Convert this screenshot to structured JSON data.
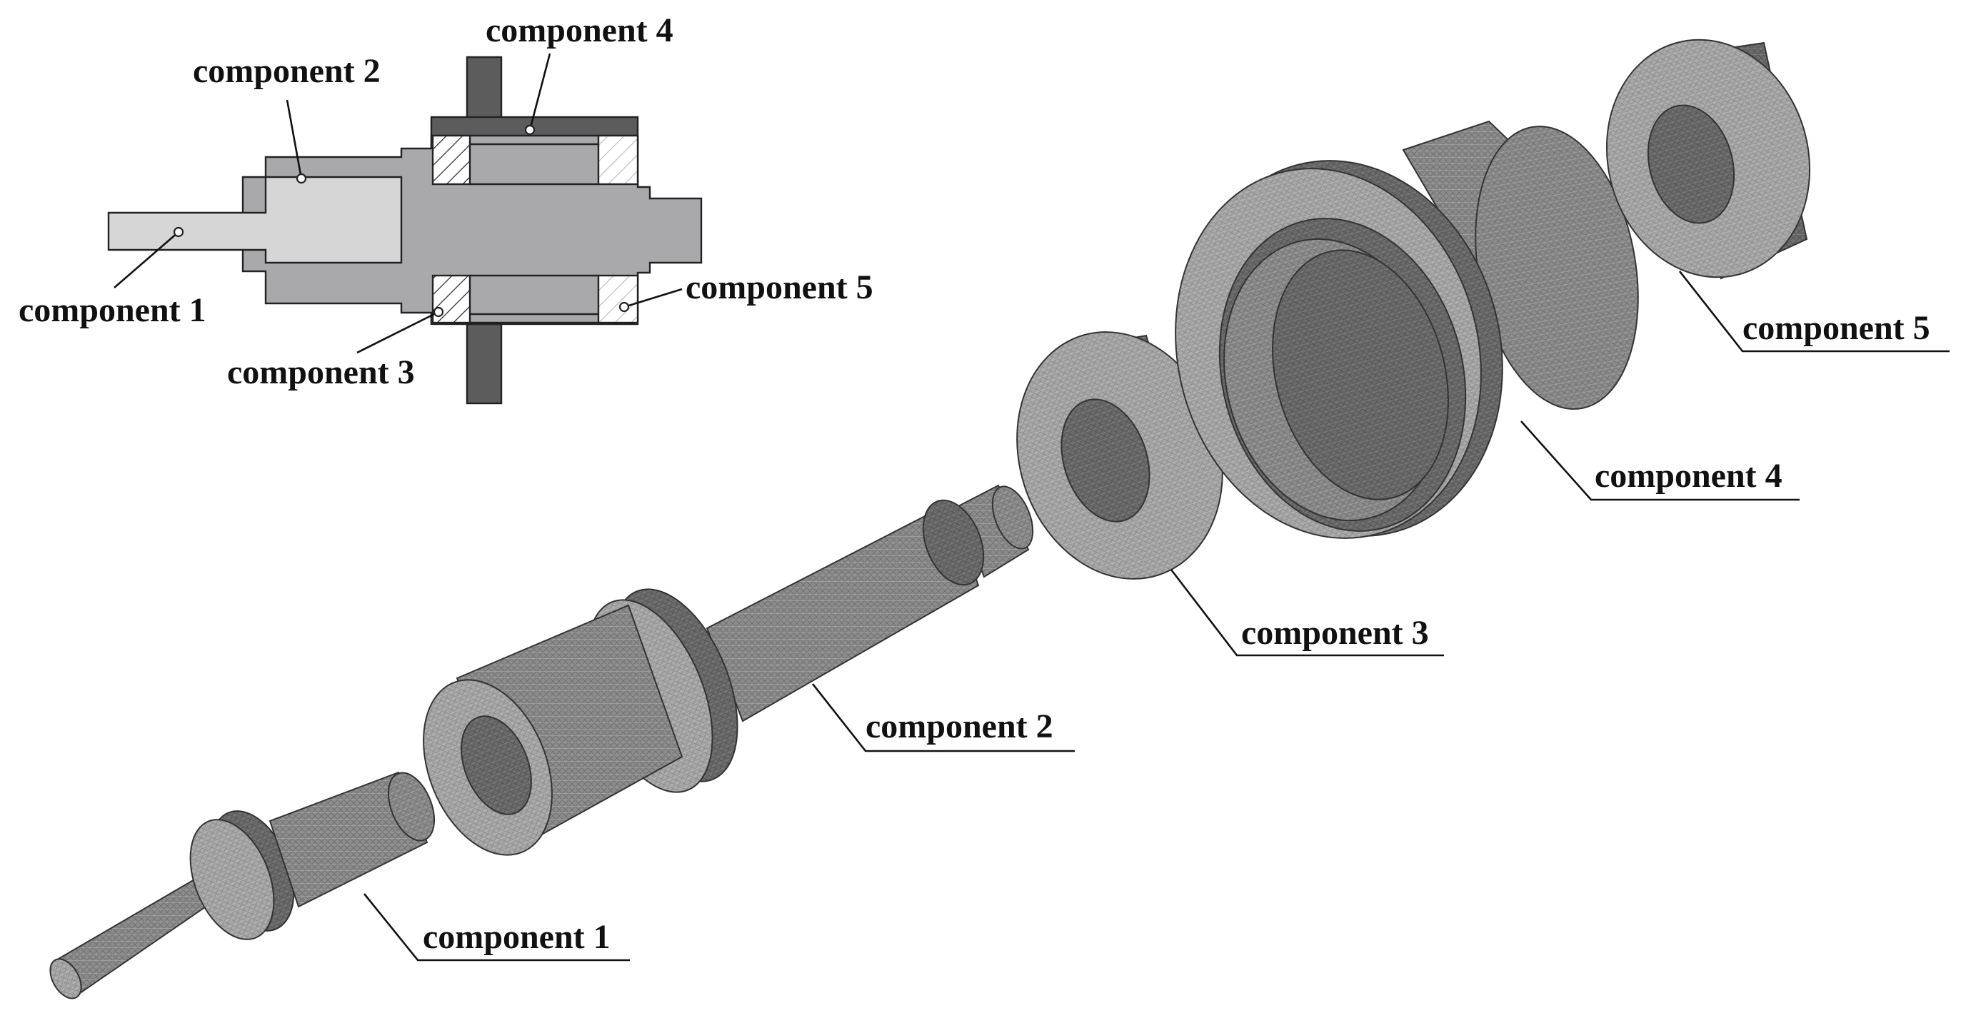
{
  "section_view": {
    "labels": {
      "c1": "component 1",
      "c2": "component 2",
      "c3": "component 3",
      "c4": "component 4",
      "c5": "component 5"
    }
  },
  "exploded_view": {
    "labels": {
      "c1": "component 1",
      "c2": "component 2",
      "c3": "component 3",
      "c4": "component 4",
      "c5": "component 5"
    }
  },
  "colors": {
    "component_1": "#d6d6d6",
    "component_2_3": "#a9a9ab",
    "component_4": "#5c5c5c",
    "mesh_light": "#9b9b9b",
    "mesh_mid": "#7d7d7d",
    "mesh_dark": "#5a5a5a"
  }
}
